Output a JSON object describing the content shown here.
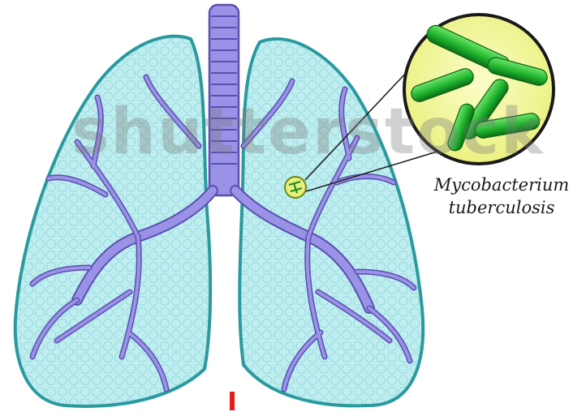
{
  "organism_label": {
    "line1": "Mycobacterium",
    "line2": "tuberculosis"
  },
  "watermark": "shutterstock",
  "colors": {
    "lung_fill": "#bfeef0",
    "lung_outline": "#2a9a9f",
    "airway_fill": "#9a92e6",
    "airway_outline": "#5a4fb0",
    "bacteria": "#1fb52e",
    "magnifier_bg": "#f5f8a8",
    "marker": "#e81c1c"
  }
}
